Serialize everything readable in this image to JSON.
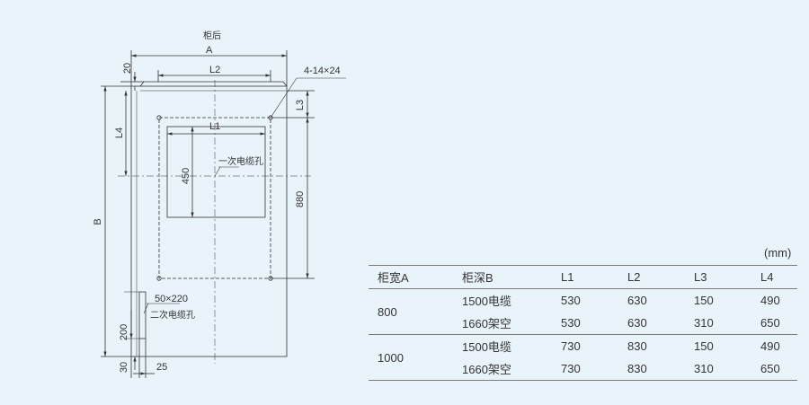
{
  "drawing": {
    "rear_label": "柜后",
    "dims": {
      "A": "A",
      "L2": "L2",
      "L1": "L1",
      "L3": "L3",
      "L4": "L4",
      "B": "B",
      "d20": "20",
      "d450": "450",
      "d880": "880",
      "d200": "200",
      "d30": "30",
      "d25": "25"
    },
    "hole_spec": "4-14×24",
    "primary_cable_hole": "一次电缆孔",
    "secondary_cable_hole_size": "50×220",
    "secondary_cable_hole": "二次电缆孔"
  },
  "table": {
    "unit": "(mm)",
    "headers": [
      "柜宽A",
      "柜深B",
      "L1",
      "L2",
      "L3",
      "L4"
    ],
    "groups": [
      {
        "width": "800",
        "rows": [
          {
            "depth": "1500电缆",
            "L1": "530",
            "L2": "630",
            "L3": "150",
            "L4": "490"
          },
          {
            "depth": "1660架空",
            "L1": "530",
            "L2": "630",
            "L3": "310",
            "L4": "650"
          }
        ]
      },
      {
        "width": "1000",
        "rows": [
          {
            "depth": "1500电缆",
            "L1": "730",
            "L2": "830",
            "L3": "150",
            "L4": "490"
          },
          {
            "depth": "1660架空",
            "L1": "730",
            "L2": "830",
            "L3": "310",
            "L4": "650"
          }
        ]
      }
    ]
  }
}
